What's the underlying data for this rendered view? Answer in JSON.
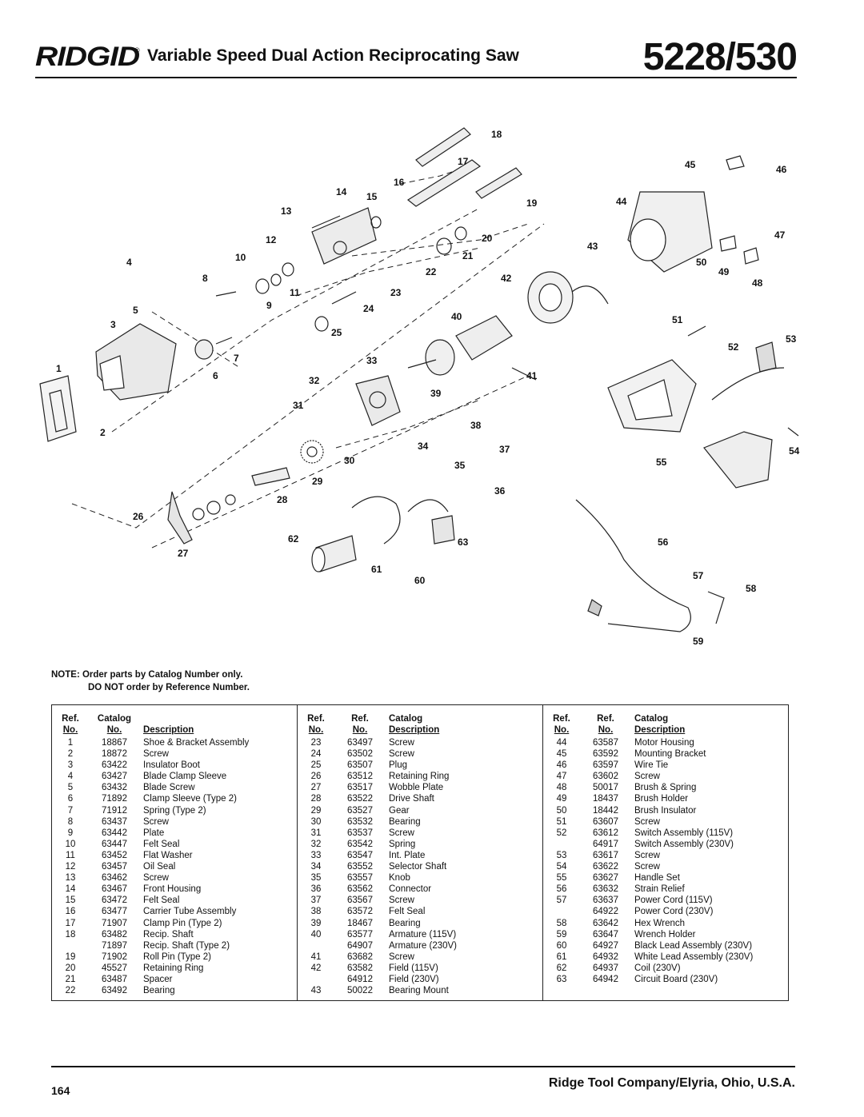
{
  "header": {
    "brand": "RIDGID",
    "subtitle": "Variable Speed Dual Action Reciprocating Saw",
    "model": "5228/530"
  },
  "diagram": {
    "callouts": [
      "1",
      "2",
      "3",
      "4",
      "5",
      "6",
      "7",
      "8",
      "9",
      "10",
      "11",
      "12",
      "13",
      "14",
      "15",
      "16",
      "17",
      "18",
      "19",
      "20",
      "21",
      "22",
      "23",
      "24",
      "25",
      "26",
      "27",
      "28",
      "29",
      "30",
      "31",
      "32",
      "33",
      "34",
      "35",
      "36",
      "37",
      "38",
      "39",
      "40",
      "41",
      "42",
      "43",
      "44",
      "45",
      "46",
      "47",
      "48",
      "49",
      "50",
      "51",
      "52",
      "53",
      "54",
      "55",
      "56",
      "57",
      "58",
      "59",
      "60",
      "61",
      "62",
      "63"
    ]
  },
  "note": {
    "line1": "NOTE: Order parts by Catalog Number only.",
    "line2": "DO NOT order by Reference Number."
  },
  "table": {
    "col1_headers": {
      "ref": "Ref.",
      "ref_no": "No.",
      "cat": "Catalog",
      "cat_no": "No.",
      "desc": "Description"
    },
    "col2_headers": {
      "ref": "Ref.",
      "ref_no": "No.",
      "ref2": "Ref.",
      "ref2_no": "No.",
      "cat": "Catalog",
      "desc": "Description"
    },
    "col3_headers": {
      "ref": "Ref.",
      "ref_no": "No.",
      "ref2": "Ref.",
      "ref2_no": "No.",
      "cat": "Catalog",
      "desc": "Description"
    },
    "col1": [
      {
        "ref": "1",
        "cat": "18867",
        "desc": "Shoe & Bracket Assembly"
      },
      {
        "ref": "2",
        "cat": "18872",
        "desc": "Screw"
      },
      {
        "ref": "3",
        "cat": "63422",
        "desc": "Insulator Boot"
      },
      {
        "ref": "4",
        "cat": "63427",
        "desc": "Blade Clamp Sleeve"
      },
      {
        "ref": "5",
        "cat": "63432",
        "desc": "Blade Screw"
      },
      {
        "ref": "6",
        "cat": "71892",
        "desc": "Clamp Sleeve (Type 2)"
      },
      {
        "ref": "7",
        "cat": "71912",
        "desc": "Spring (Type 2)"
      },
      {
        "ref": "8",
        "cat": "63437",
        "desc": "Screw"
      },
      {
        "ref": "9",
        "cat": "63442",
        "desc": "Plate"
      },
      {
        "ref": "10",
        "cat": "63447",
        "desc": "Felt Seal"
      },
      {
        "ref": "11",
        "cat": "63452",
        "desc": "Flat Washer"
      },
      {
        "ref": "12",
        "cat": "63457",
        "desc": "Oil Seal"
      },
      {
        "ref": "13",
        "cat": "63462",
        "desc": "Screw"
      },
      {
        "ref": "14",
        "cat": "63467",
        "desc": "Front Housing"
      },
      {
        "ref": "15",
        "cat": "63472",
        "desc": "Felt Seal"
      },
      {
        "ref": "16",
        "cat": "63477",
        "desc": "Carrier Tube Assembly"
      },
      {
        "ref": "17",
        "cat": "71907",
        "desc": "Clamp Pin (Type 2)"
      },
      {
        "ref": "18",
        "cat": "63482",
        "desc": "Recip. Shaft"
      },
      {
        "ref": "",
        "cat": "71897",
        "desc": "Recip. Shaft (Type 2)"
      },
      {
        "ref": "19",
        "cat": "71902",
        "desc": "Roll Pin (Type 2)"
      },
      {
        "ref": "20",
        "cat": "45527",
        "desc": "Retaining Ring"
      },
      {
        "ref": "21",
        "cat": "63487",
        "desc": "Spacer"
      },
      {
        "ref": "22",
        "cat": "63492",
        "desc": "Bearing"
      }
    ],
    "col2": [
      {
        "ref": "23",
        "cat": "63497",
        "desc": "Screw"
      },
      {
        "ref": "24",
        "cat": "63502",
        "desc": "Screw"
      },
      {
        "ref": "25",
        "cat": "63507",
        "desc": "Plug"
      },
      {
        "ref": "26",
        "cat": "63512",
        "desc": "Retaining Ring"
      },
      {
        "ref": "27",
        "cat": "63517",
        "desc": "Wobble Plate"
      },
      {
        "ref": "28",
        "cat": "63522",
        "desc": "Drive Shaft"
      },
      {
        "ref": "29",
        "cat": "63527",
        "desc": "Gear"
      },
      {
        "ref": "30",
        "cat": "63532",
        "desc": "Bearing"
      },
      {
        "ref": "31",
        "cat": "63537",
        "desc": "Screw"
      },
      {
        "ref": "32",
        "cat": "63542",
        "desc": "Spring"
      },
      {
        "ref": "33",
        "cat": "63547",
        "desc": "Int. Plate"
      },
      {
        "ref": "34",
        "cat": "63552",
        "desc": "Selector Shaft"
      },
      {
        "ref": "35",
        "cat": "63557",
        "desc": "Knob"
      },
      {
        "ref": "36",
        "cat": "63562",
        "desc": "Connector"
      },
      {
        "ref": "37",
        "cat": "63567",
        "desc": "Screw"
      },
      {
        "ref": "38",
        "cat": "63572",
        "desc": "Felt Seal"
      },
      {
        "ref": "39",
        "cat": "18467",
        "desc": "Bearing"
      },
      {
        "ref": "40",
        "cat": "63577",
        "desc": "Armature (115V)"
      },
      {
        "ref": "",
        "cat": "64907",
        "desc": "Armature (230V)"
      },
      {
        "ref": "41",
        "cat": "63682",
        "desc": "Screw"
      },
      {
        "ref": "42",
        "cat": "63582",
        "desc": "Field (115V)"
      },
      {
        "ref": "",
        "cat": "64912",
        "desc": "Field (230V)"
      },
      {
        "ref": "43",
        "cat": "50022",
        "desc": "Bearing Mount"
      }
    ],
    "col3": [
      {
        "ref": "44",
        "cat": "63587",
        "desc": "Motor Housing"
      },
      {
        "ref": "45",
        "cat": "63592",
        "desc": "Mounting Bracket"
      },
      {
        "ref": "46",
        "cat": "63597",
        "desc": "Wire Tie"
      },
      {
        "ref": "47",
        "cat": "63602",
        "desc": "Screw"
      },
      {
        "ref": "48",
        "cat": "50017",
        "desc": "Brush & Spring"
      },
      {
        "ref": "49",
        "cat": "18437",
        "desc": "Brush Holder"
      },
      {
        "ref": "50",
        "cat": "18442",
        "desc": "Brush Insulator"
      },
      {
        "ref": "51",
        "cat": "63607",
        "desc": "Screw"
      },
      {
        "ref": "52",
        "cat": "63612",
        "desc": "Switch Assembly (115V)"
      },
      {
        "ref": "",
        "cat": "64917",
        "desc": "Switch Assembly (230V)"
      },
      {
        "ref": "53",
        "cat": "63617",
        "desc": "Screw"
      },
      {
        "ref": "54",
        "cat": "63622",
        "desc": "Screw"
      },
      {
        "ref": "55",
        "cat": "63627",
        "desc": "Handle Set"
      },
      {
        "ref": "56",
        "cat": "63632",
        "desc": "Strain Relief"
      },
      {
        "ref": "57",
        "cat": "63637",
        "desc": "Power Cord (115V)"
      },
      {
        "ref": "",
        "cat": "64922",
        "desc": "Power Cord (230V)"
      },
      {
        "ref": "58",
        "cat": "63642",
        "desc": "Hex Wrench"
      },
      {
        "ref": "59",
        "cat": "63647",
        "desc": "Wrench Holder"
      },
      {
        "ref": "60",
        "cat": "64927",
        "desc": "Black Lead Assembly (230V)"
      },
      {
        "ref": "61",
        "cat": "64932",
        "desc": "White Lead Assembly (230V)"
      },
      {
        "ref": "62",
        "cat": "64937",
        "desc": "Coil (230V)"
      },
      {
        "ref": "63",
        "cat": "64942",
        "desc": "Circuit Board (230V)"
      }
    ]
  },
  "footer": {
    "page_number": "164",
    "company": "Ridge Tool Company/Elyria, Ohio, U.S.A."
  }
}
